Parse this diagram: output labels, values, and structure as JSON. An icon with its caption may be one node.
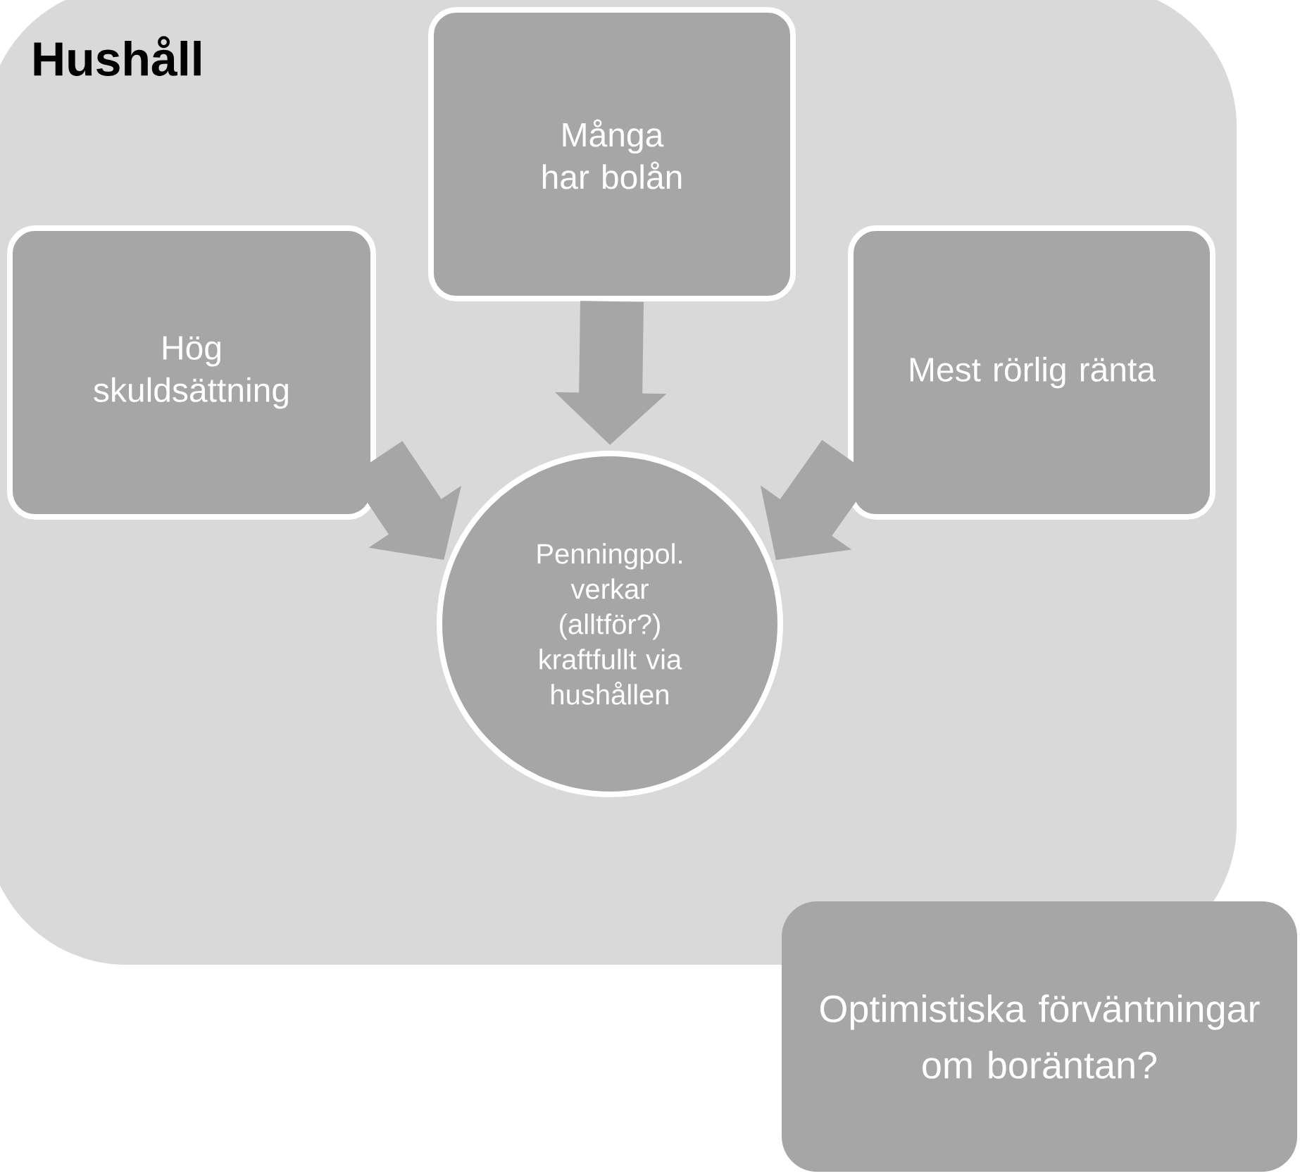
{
  "diagram": {
    "nodes": [
      {
        "text": [
          "Hushåll"
        ]
      },
      {
        "text": [
          "Många har bolån"
        ],
        "in": 0
      },
      {
        "text": [
          "Hög skuldsättning"
        ],
        "in": 0
      },
      {
        "text": [
          "Mest rörlig ränta"
        ],
        "in": 0
      },
      {
        "text": [
          "Penningpol. verkar (alltför?) kraftfullt via hushållen"
        ],
        "in": 0
      },
      {
        "text": [
          "Optimistiska förväntningar om boräntan?"
        ]
      }
    ],
    "edges": [
      {
        "from": 1,
        "to": 4,
        "arrow": "to"
      },
      {
        "from": 2,
        "to": 4,
        "arrow": "to"
      },
      {
        "from": 3,
        "to": 4,
        "arrow": "to"
      }
    ]
  }
}
